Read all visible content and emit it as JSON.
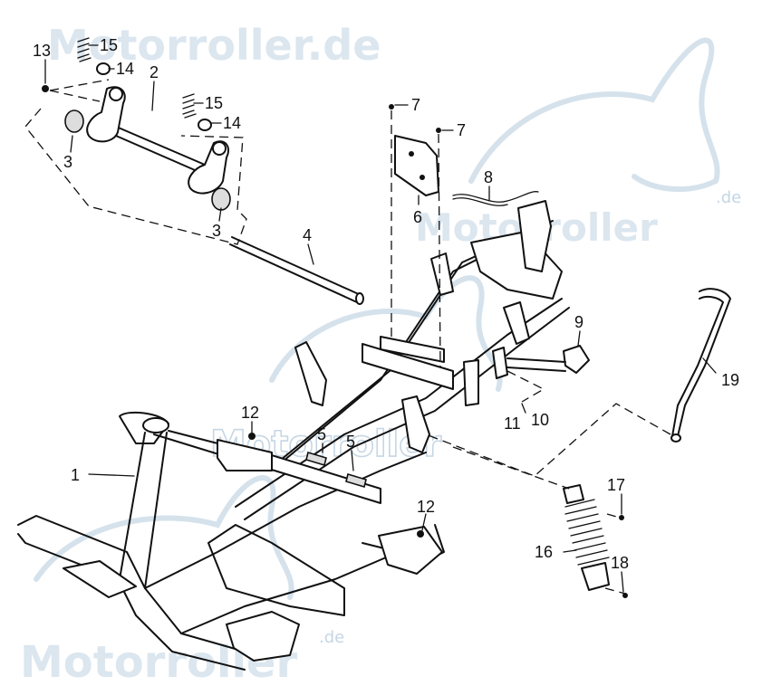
{
  "watermark": {
    "top_text": "Motorroller.de",
    "mid_text": "Motorroller",
    "mid_domain": ".de",
    "center_text": "Motorroller",
    "bottom_text": "Motorroller",
    "bottom_domain": ".de",
    "color": "#c6d6e4"
  },
  "callouts": {
    "c1": "1",
    "c2": "2",
    "c3a": "3",
    "c3b": "3",
    "c4": "4",
    "c5a": "5",
    "c5b": "5",
    "c6": "6",
    "c7a": "7",
    "c7b": "7",
    "c8": "8",
    "c9": "9",
    "c10": "10",
    "c11": "11",
    "c12a": "12",
    "c12b": "12",
    "c13": "13",
    "c14a": "14",
    "c14b": "14",
    "c15a": "15",
    "c15b": "15",
    "c16": "16",
    "c17": "17",
    "c18": "18",
    "c19": "19"
  },
  "colors": {
    "ink": "#111111",
    "background": "#ffffff"
  }
}
